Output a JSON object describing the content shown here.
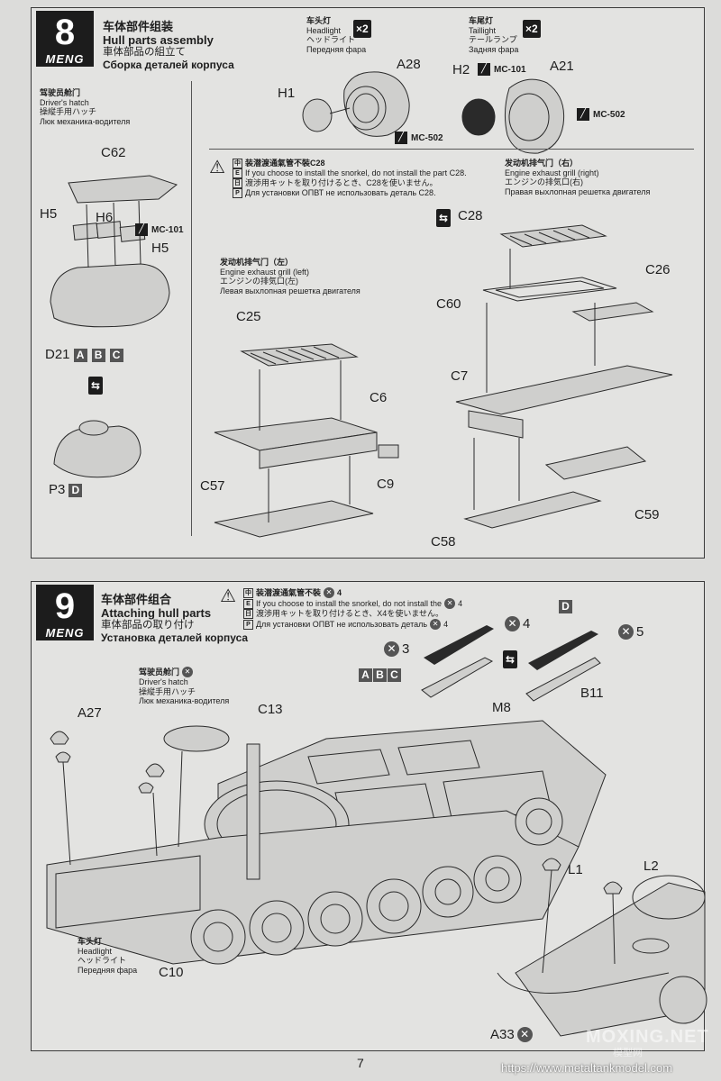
{
  "step8": {
    "number": "8",
    "brand": "MENG",
    "title_cn": "车体部件组装",
    "title_en": "Hull parts assembly",
    "title_ja": "車体部品の組立て",
    "title_ru": "Сборка деталей корпуса",
    "headlight": {
      "cn": "车头灯",
      "en": "Headlight",
      "ja": "ヘッドライト",
      "ru": "Передняя фара",
      "qty": "×2"
    },
    "taillight": {
      "cn": "车尾灯",
      "en": "Taillight",
      "ja": "テールランプ",
      "ru": "Задняя фара",
      "qty": "×2"
    },
    "driver_hatch": {
      "cn": "驾驶员舱门",
      "en": "Driver's hatch",
      "ja": "操縦手用ハッチ",
      "ru": "Люк механика-водителя"
    },
    "warning": [
      "装潜渡通氣管不裝C28",
      "If you choose to install the snorkel, do not install the part C28.",
      "渡渉用キットを取り付けるとき、C28を使いません。",
      "Для установки ОПВТ не использовать деталь C28."
    ],
    "exhaust_right": {
      "cn": "发动机排气门（右）",
      "en": "Engine exhaust grill (right)",
      "ja": "エンジンの排気口(右)",
      "ru": "Правая выхлопная решетка двигателя"
    },
    "exhaust_left": {
      "cn": "发动机排气门（左）",
      "en": "Engine exhaust grill (left)",
      "ja": "エンジンの排気口(左)",
      "ru": "Левая выхлопная решетка двигателя"
    },
    "paint_codes": [
      "MC-502",
      "MC-101",
      "MC-101",
      "MC-502"
    ],
    "parts": {
      "A28": "A28",
      "H1": "H1",
      "H2": "H2",
      "A21": "A21",
      "C62": "C62",
      "H5a": "H5",
      "H6": "H6",
      "H5b": "H5",
      "D21": "D21",
      "P3": "P3",
      "C28": "C28",
      "C60": "C60",
      "C26": "C26",
      "C7": "C7",
      "C25": "C25",
      "C6": "C6",
      "C9": "C9",
      "C57": "C57",
      "C58": "C58",
      "C59": "C59"
    },
    "variants_d21": [
      "A",
      "B",
      "C"
    ],
    "variant_p3": "D"
  },
  "step9": {
    "number": "9",
    "brand": "MENG",
    "title_cn": "车体部件组合",
    "title_en": "Attaching hull parts",
    "title_ja": "車体部品の取り付け",
    "title_ru": "Установка деталей корпуса",
    "warning": [
      "装潜渡通氣管不裝",
      "If you choose to install the snorkel, do not install the",
      "渡渉用キットを取り付けるとき、X4を使いません。",
      "Для установки ОПВТ не использовать деталь"
    ],
    "driver_hatch": {
      "cn": "驾驶员舱门",
      "en": "Driver's hatch",
      "ja": "操縦手用ハッチ",
      "ru": "Люк механика-водителя"
    },
    "headlight": {
      "cn": "车头灯",
      "en": "Headlight",
      "ja": "ヘッドライト",
      "ru": "Передняя фара"
    },
    "x_counts": {
      "a": "4",
      "b": "4",
      "c": "3",
      "d": "5"
    },
    "variants": [
      "A",
      "B",
      "C"
    ],
    "variant_d": "D",
    "parts": {
      "A27": "A27",
      "C13": "C13",
      "M8": "M8",
      "B11": "B11",
      "L1": "L1",
      "L2": "L2",
      "C10": "C10",
      "A33": "A33"
    }
  },
  "page_number": "7",
  "watermark": "MOXING.NET",
  "watermark_cn": "模型网",
  "source_url": "https://www.metaltankmodel.com"
}
